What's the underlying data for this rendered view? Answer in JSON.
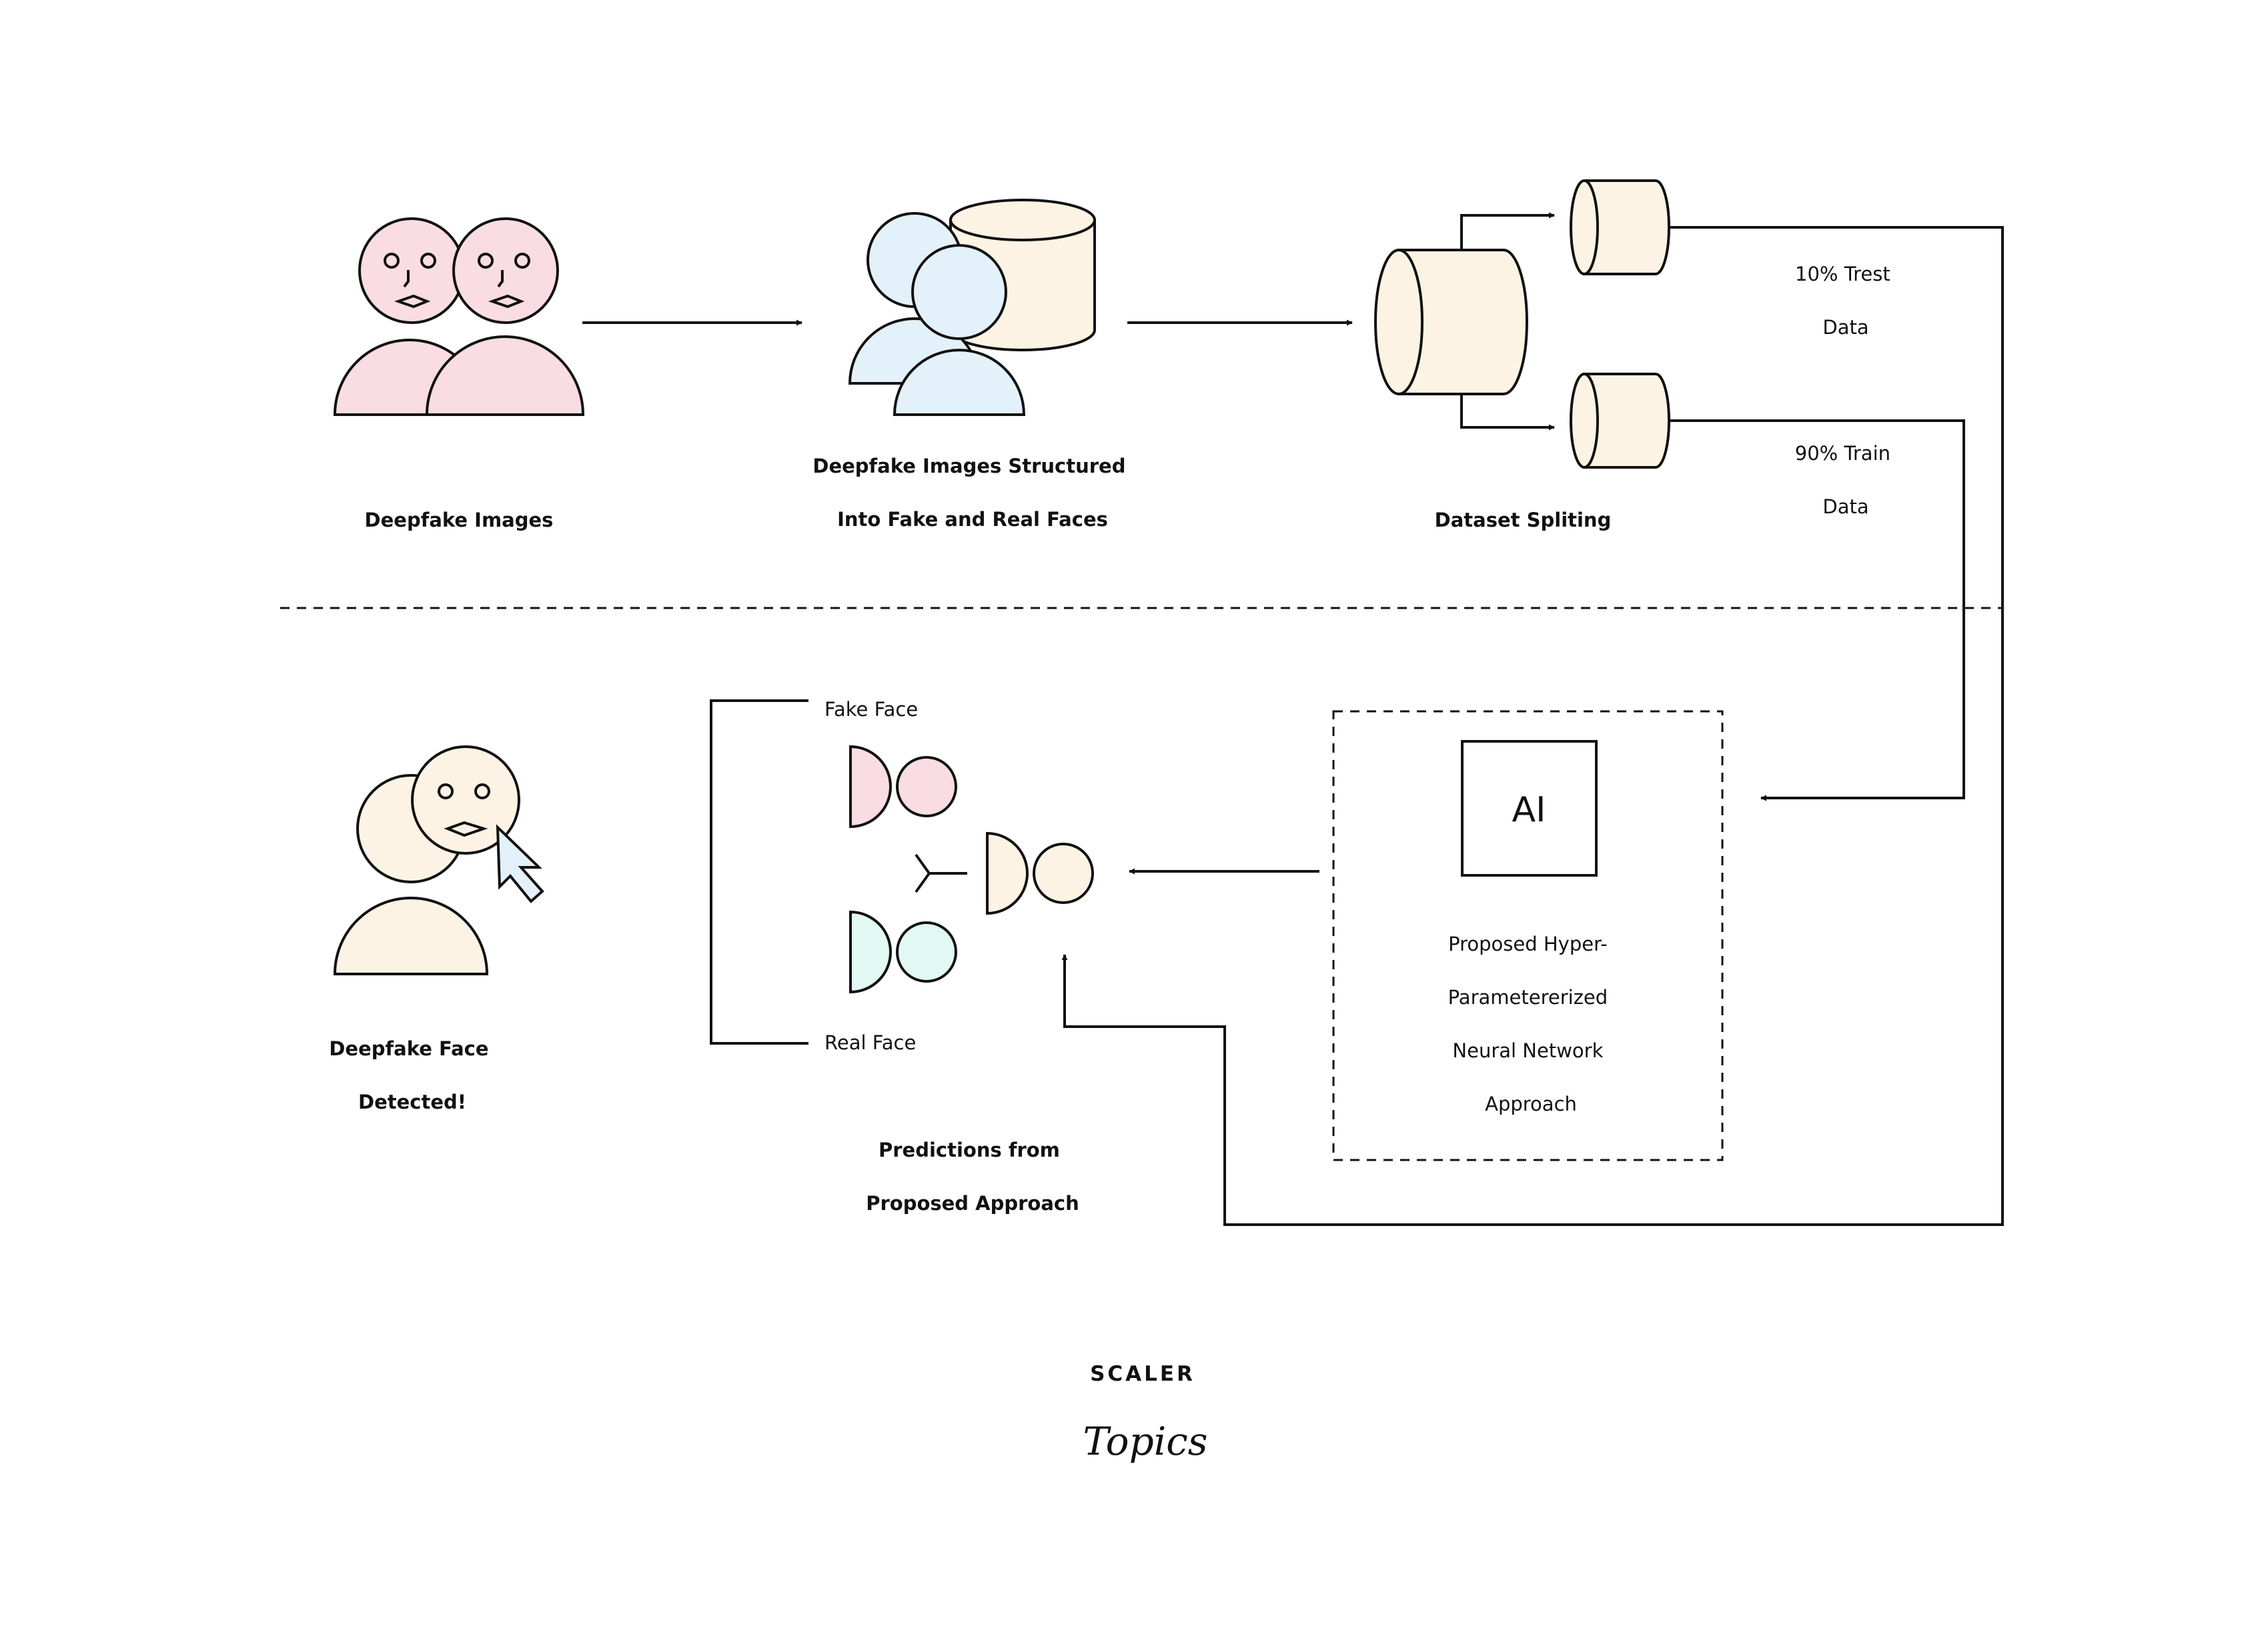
{
  "colors": {
    "pink": "#f9dde3",
    "blue": "#e3f1fb",
    "cream": "#fdf3e4",
    "mint": "#e2f8f3",
    "stroke": "#111111",
    "logo_dark": "#1c2541",
    "logo_pink": "#d0186b"
  },
  "top_row": {
    "step1": {
      "lines": [
        "Deepfake Images"
      ]
    },
    "step2": {
      "lines": [
        "Deepfake Images Structured",
        "Into Fake and Real Faces"
      ]
    },
    "step3": {
      "lines": [
        "Dataset Spliting"
      ]
    },
    "test_split": {
      "lines": [
        "10% Trest",
        "Data"
      ]
    },
    "train_split": {
      "lines": [
        "90% Train",
        "Data"
      ]
    }
  },
  "bottom_row": {
    "model": {
      "icon_text": "AI",
      "lines": [
        "Proposed Hyper-",
        "Parametererized",
        "Neural Network",
        "Approach"
      ]
    },
    "predictions": {
      "fake_label": "Fake Face",
      "real_label": "Real Face",
      "lines": [
        "Predictions from",
        "Proposed Approach"
      ]
    },
    "result": {
      "lines": [
        "Deepfake Face",
        "Detected!"
      ]
    }
  },
  "logo": {
    "top": "SCALER",
    "script": "Topics"
  },
  "icons": [
    "faces-pair-icon",
    "faces-database-icon",
    "dataset-cylinder-icon",
    "test-data-cylinder-icon",
    "train-data-cylinder-icon",
    "ai-box-icon",
    "fake-face-icon",
    "real-face-icon",
    "prediction-face-icon",
    "detected-face-icon",
    "cursor-icon"
  ]
}
